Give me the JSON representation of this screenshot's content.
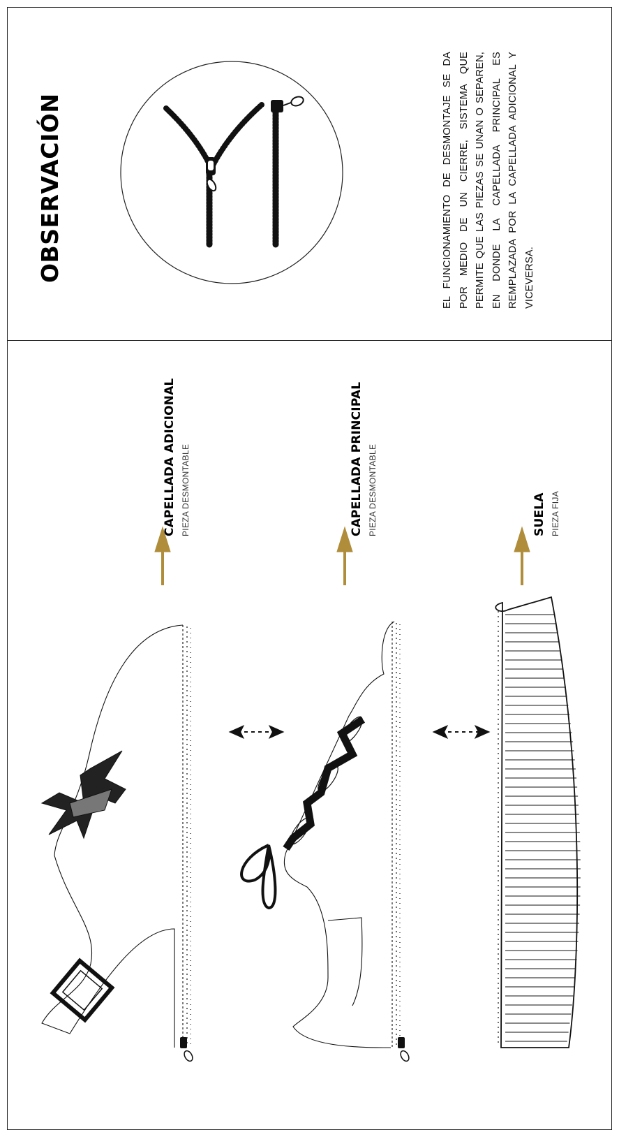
{
  "observation": {
    "title": "OBSERVACIÓN",
    "text": "EL FUNCIONAMIENTO DE DESMONTAJE SE DA POR MEDIO DE UN CIERRE, SISTEMA QUE PERMITE QUE LAS PIEZAS SE UNAN O SEPAREN, EN DONDE LA CAPELLADA PRINCIPAL ES REMPLAZADA POR LA CAPELLADA ADICIONAL Y VICEVERSA."
  },
  "parts": [
    {
      "title_pre": "CAPELLADA",
      "title_rest": " ADICIONAL",
      "subtitle": "PIEZA DESMONTABLE"
    },
    {
      "title_pre": "CAPELLADA",
      "title_rest": " PRINCIPAL",
      "subtitle": "PIEZA DESMONTABLE"
    },
    {
      "title_pre": "SUELA",
      "title_rest": "",
      "subtitle": "PIEZA FIJA"
    }
  ],
  "colors": {
    "arrow": "#B08D3A",
    "line": "#111111"
  },
  "icons": [
    "zipper-icon",
    "double-arrow-icon",
    "up-arrow-icon"
  ]
}
